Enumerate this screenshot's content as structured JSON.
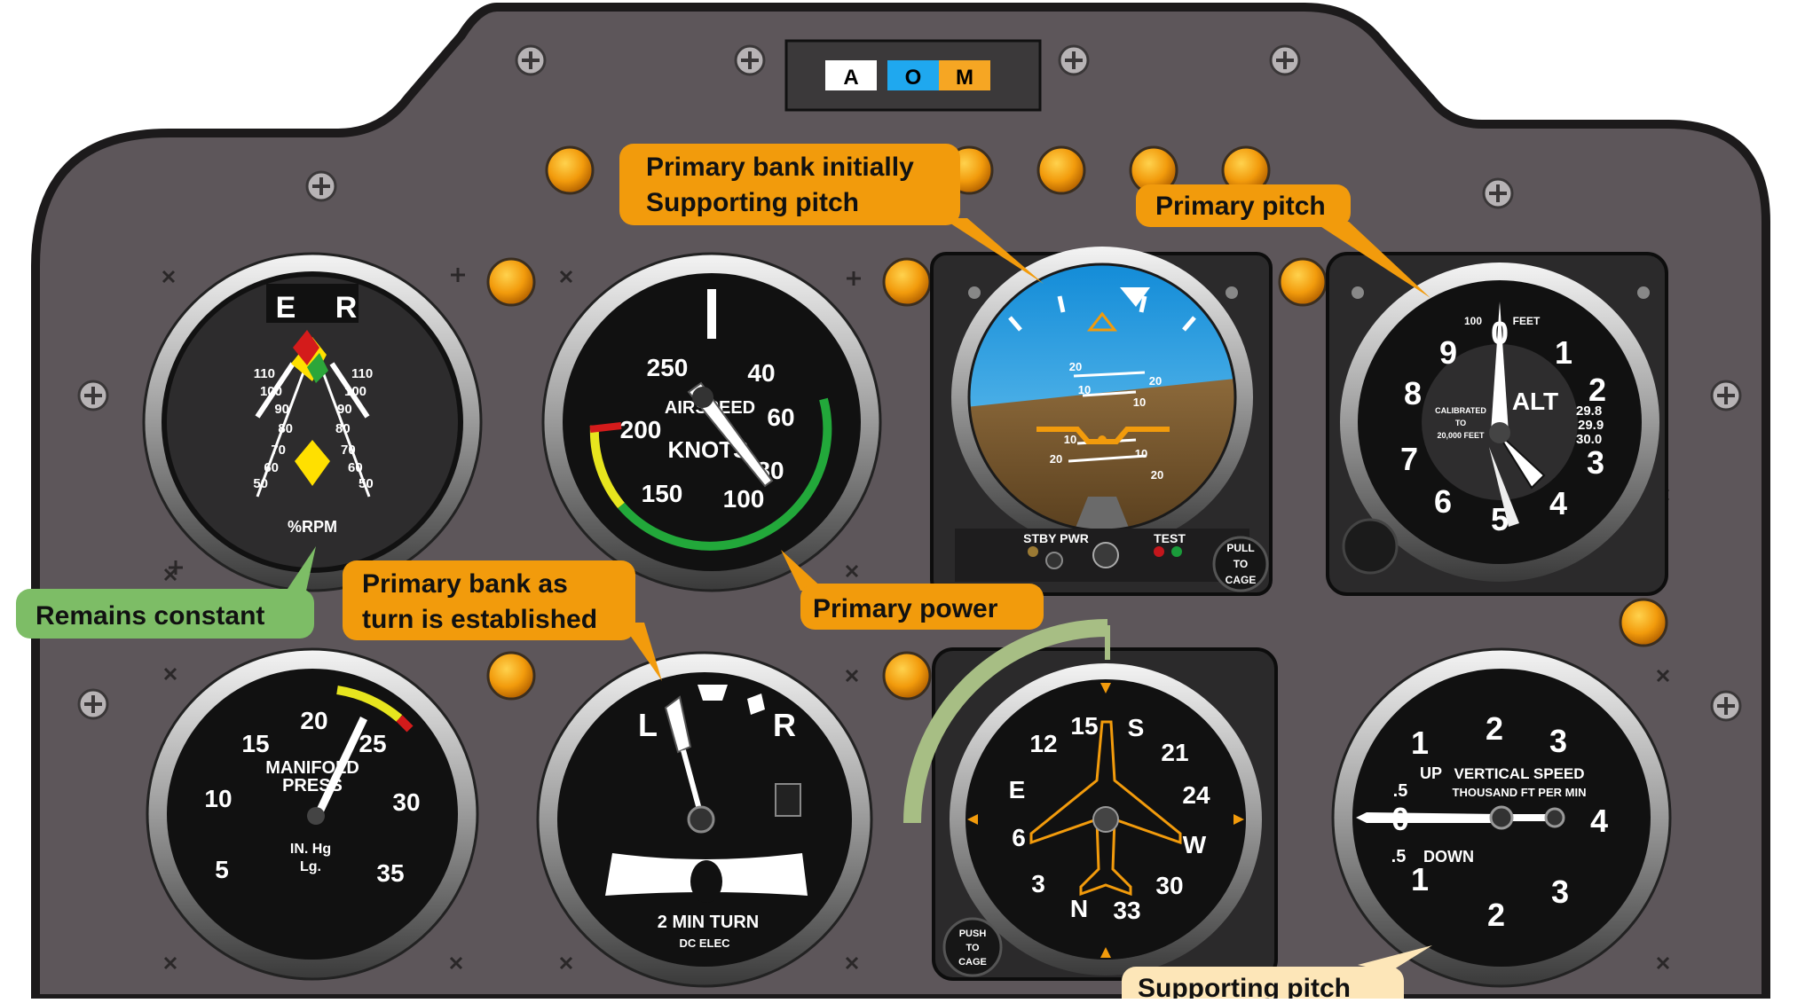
{
  "mode_switch": {
    "a": "A",
    "o": "O",
    "m": "M"
  },
  "callouts": {
    "bank_initial_line1": "Primary bank initially",
    "bank_initial_line2": "Supporting pitch",
    "primary_pitch": "Primary pitch",
    "remains_constant": "Remains constant",
    "primary_power": "Primary power",
    "bank_turn_line1": "Primary bank as",
    "bank_turn_line2": "turn is established",
    "supporting_pitch": "Supporting pitch"
  },
  "tachometer": {
    "left_letter": "E",
    "right_letter": "R",
    "left_scale": [
      "110",
      "100",
      "90",
      "80",
      "70",
      "60",
      "50"
    ],
    "right_scale": [
      "110",
      "100",
      "90",
      "80",
      "70",
      "60",
      "50"
    ],
    "unit": "%RPM"
  },
  "airspeed": {
    "scale": [
      "250",
      "40",
      "60",
      "200",
      "80",
      "150",
      "100"
    ],
    "label1": "AIRSPEED",
    "label2": "KNOTS"
  },
  "attitude": {
    "pitch_marks": [
      "20",
      "20",
      "10",
      "10",
      "10",
      "10",
      "20",
      "20"
    ],
    "stby_label": "STBY PWR",
    "test_label": "TEST",
    "knob_line1": "PULL",
    "knob_line2": "TO",
    "knob_line3": "CAGE"
  },
  "altimeter": {
    "digits": [
      "0",
      "1",
      "2",
      "3",
      "4",
      "5",
      "6",
      "7",
      "8",
      "9"
    ],
    "top_left": "100",
    "top_right": "FEET",
    "label": "ALT",
    "cal_line1": "CALIBRATED",
    "cal_line2": "TO",
    "cal_line3": "20,000 FEET",
    "kollsman": [
      "29.8",
      "29.9",
      "30.0"
    ]
  },
  "manifold": {
    "scale": [
      "5",
      "10",
      "15",
      "20",
      "25",
      "30",
      "35"
    ],
    "label1": "MANIFOLD",
    "label2": "PRESS",
    "unit1": "IN. Hg",
    "unit2": "Lg."
  },
  "turn_coordinator": {
    "left": "L",
    "right": "R",
    "label": "2  MIN  TURN",
    "sub": "DC   ELEC"
  },
  "heading": {
    "cardinals": [
      "N",
      "3",
      "6",
      "E",
      "12",
      "15",
      "S",
      "21",
      "24",
      "W",
      "30",
      "33"
    ],
    "knob_line1": "PUSH",
    "knob_line2": "TO",
    "knob_line3": "CAGE"
  },
  "vsi": {
    "up": "UP",
    "down": "DOWN",
    "title": "VERTICAL SPEED",
    "sub": "THOUSAND FT PER MIN",
    "scale": [
      "0",
      ".5",
      "1",
      "2",
      "3",
      "4",
      "3",
      "2",
      "1",
      ".5"
    ]
  }
}
